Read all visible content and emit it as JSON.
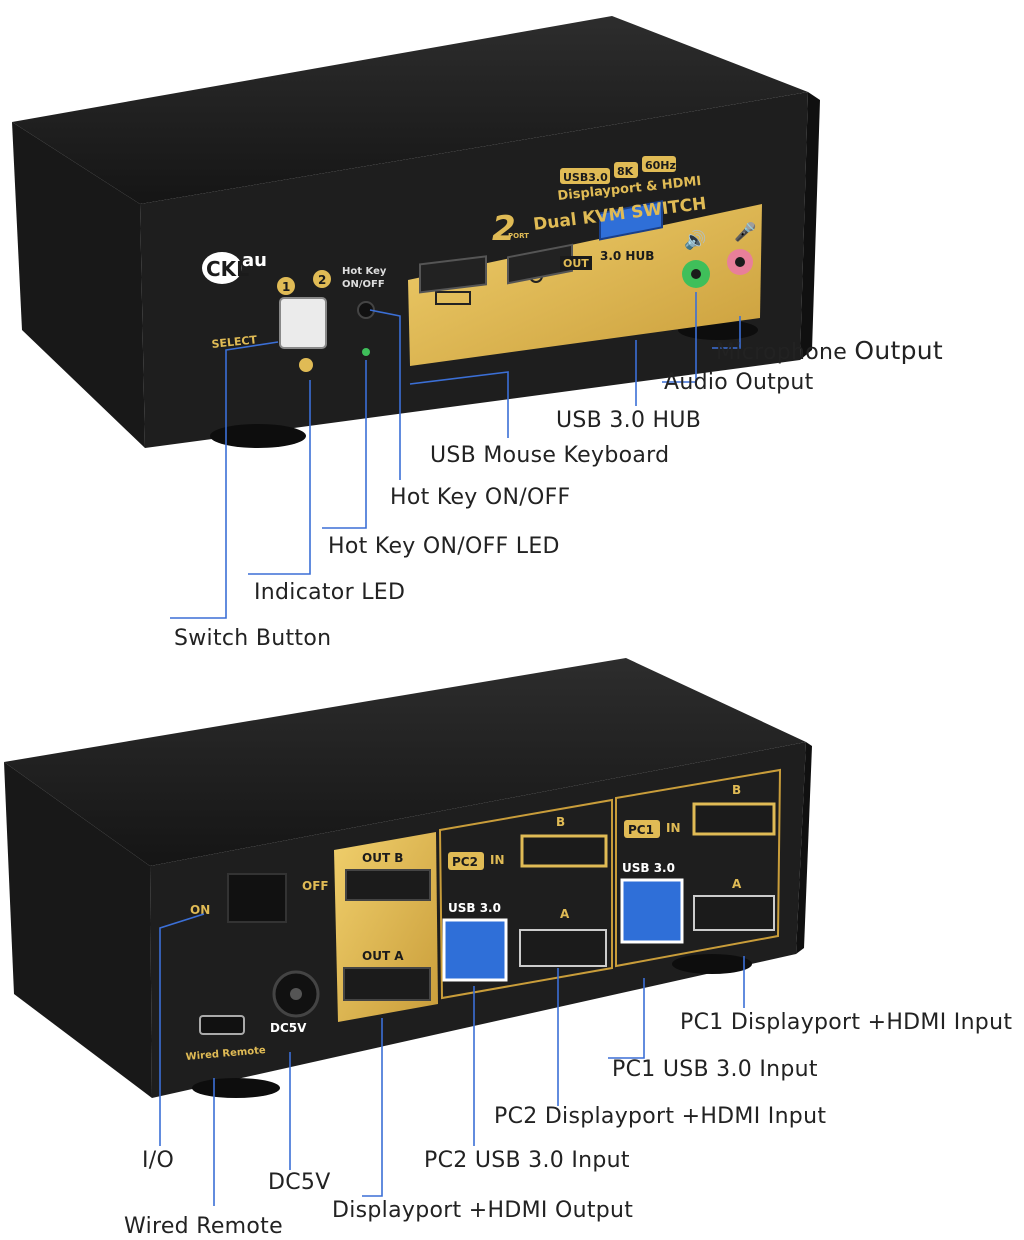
{
  "front": {
    "brand": "CKL",
    "brand_suffix": "au",
    "badge_usb": "USB3.0",
    "badge_res": "8K",
    "badge_hz": "60Hz",
    "subtitle": "Displayport & HDMI",
    "port_number": "2",
    "port_word": "PORT",
    "title": "Dual KVM SWITCH",
    "select_label": "SELECT",
    "num_1": "1",
    "num_2": "2",
    "hotkey_label_line1": "Hot Key",
    "hotkey_label_line2": "ON/OFF",
    "out_label": "OUT",
    "hub_label": "3.0 HUB"
  },
  "back": {
    "on_label": "ON",
    "off_label": "OFF",
    "out_b_label": "OUT B",
    "out_a_label": "OUT A",
    "pc2_label": "PC2",
    "pc1_label": "PC1",
    "in_label": "IN",
    "usb30_label": "USB 3.0",
    "b_marker": "B",
    "a_marker": "A",
    "dc5v_label": "DC5V",
    "wired_remote_label": "Wired Remote"
  },
  "callouts": {
    "microphone_output_a": "Microphone ",
    "microphone_output_b": "Output",
    "audio_output": "Audio Output",
    "usb_hub": "USB 3.0 HUB",
    "usb_mouse_keyboard": "USB Mouse Keyboard",
    "hot_key": "Hot Key ON/OFF",
    "hot_key_led": "Hot Key ON/OFF LED",
    "indicator_led": "Indicator LED",
    "switch_button": "Switch Button",
    "pc1_dp_hdmi": "PC1 Displayport +HDMI Input",
    "pc1_usb": "PC1 USB 3.0 Input",
    "pc2_dp_hdmi": "PC2 Displayport +HDMI Input",
    "pc2_usb": "PC2 USB 3.0 Input",
    "io": "I/O",
    "dc5v": "DC5V",
    "dp_hdmi_output": "Displayport +HDMI Output",
    "wired_remote": "Wired Remote"
  },
  "colors": {
    "body": "#1c1c1c",
    "gold": "#e0bb55",
    "leader": "#3b6fd6",
    "usb_blue": "#2f6fd8",
    "audio_green": "#3fbf5a",
    "mic_pink": "#e87f9a"
  }
}
